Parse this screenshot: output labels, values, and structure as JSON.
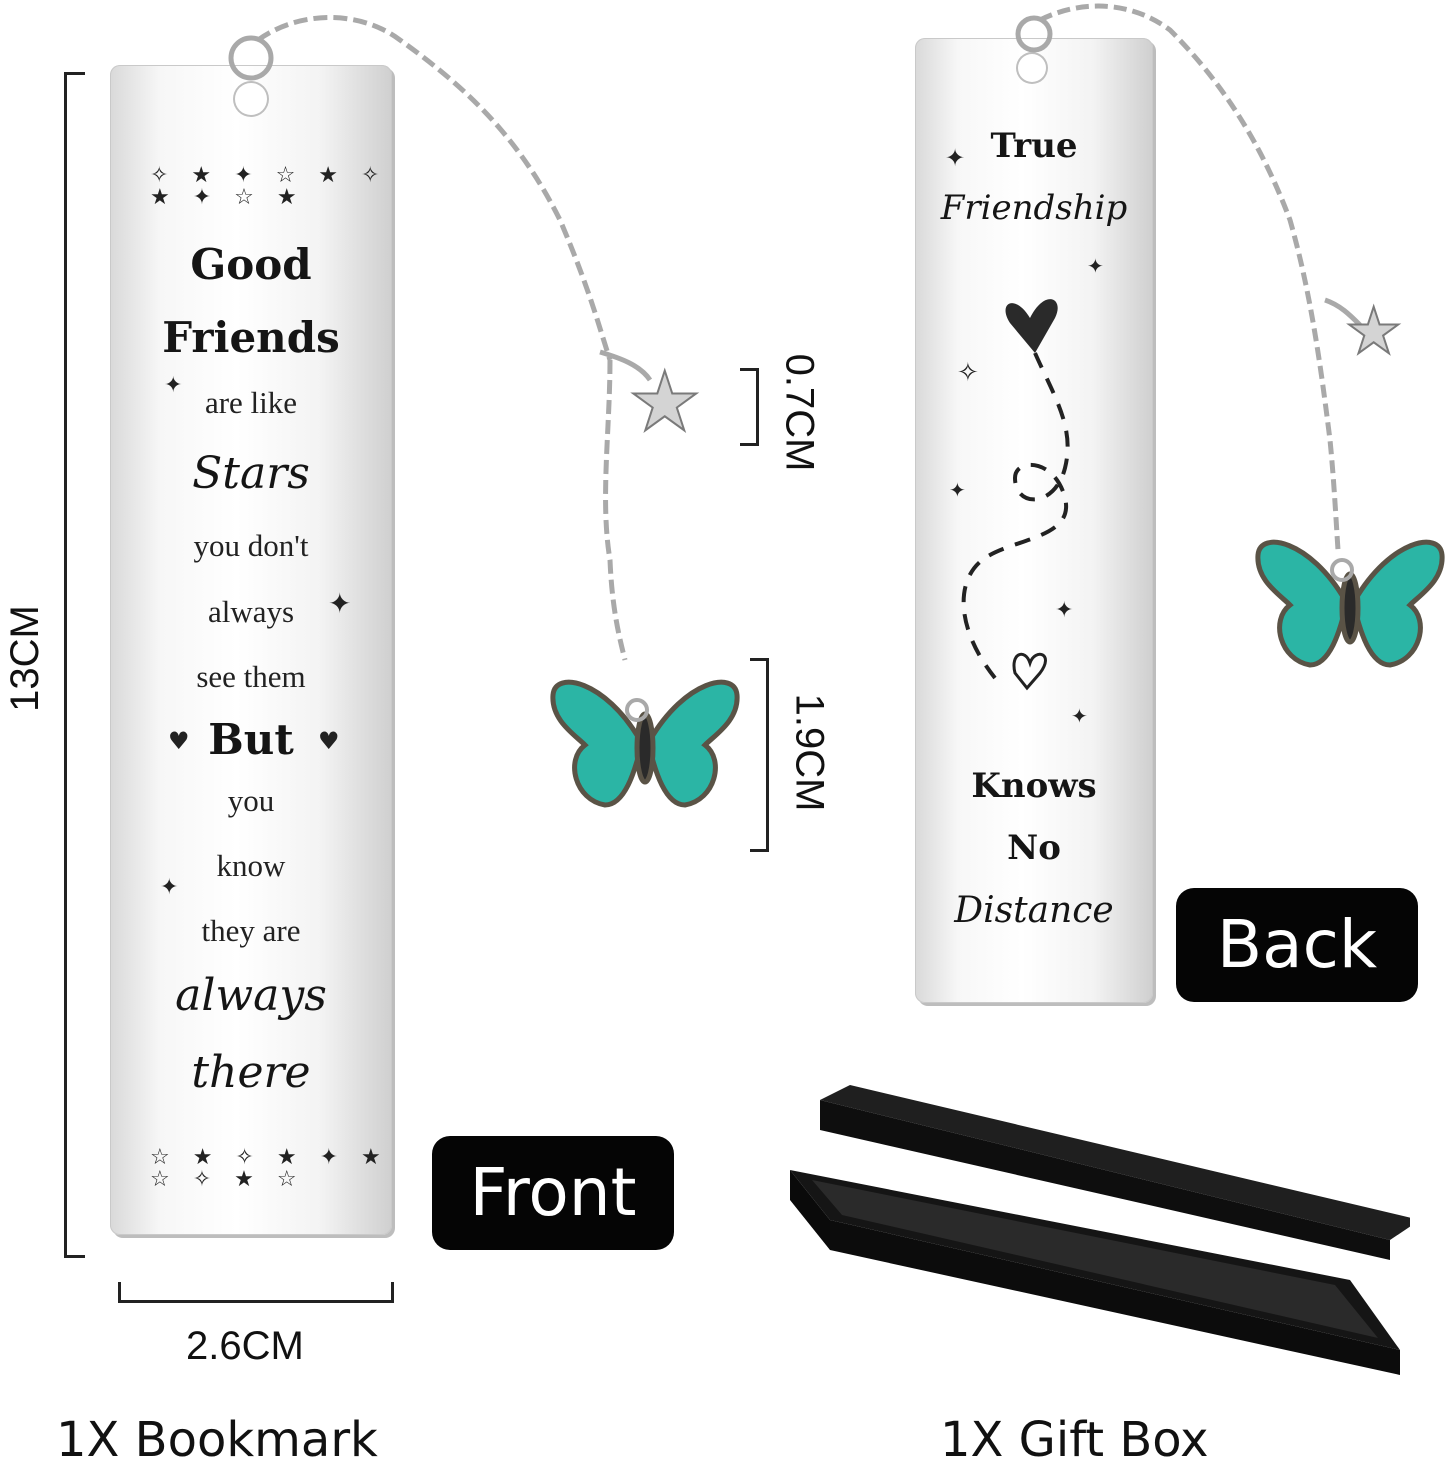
{
  "front": {
    "lines": [
      "Good",
      "Friends",
      "are like",
      "Stars",
      "you don't",
      "always",
      "see them",
      "But",
      "you",
      "know",
      "they are",
      "always",
      "there"
    ]
  },
  "back": {
    "lines": [
      "True",
      "Friendship",
      "Knows",
      "No",
      "Distance"
    ]
  },
  "dimensions": {
    "height": "13CM",
    "width": "2.6CM",
    "star": "0.7CM",
    "butterfly": "1.9CM"
  },
  "labels": {
    "front": "Front",
    "back": "Back"
  },
  "captions": {
    "bookmark": "1X Bookmark",
    "giftbox": "1X Gift Box"
  },
  "colors": {
    "butterfly": "#2bb5a5",
    "label_bg": "#050505",
    "box": "#1a1a1a"
  }
}
